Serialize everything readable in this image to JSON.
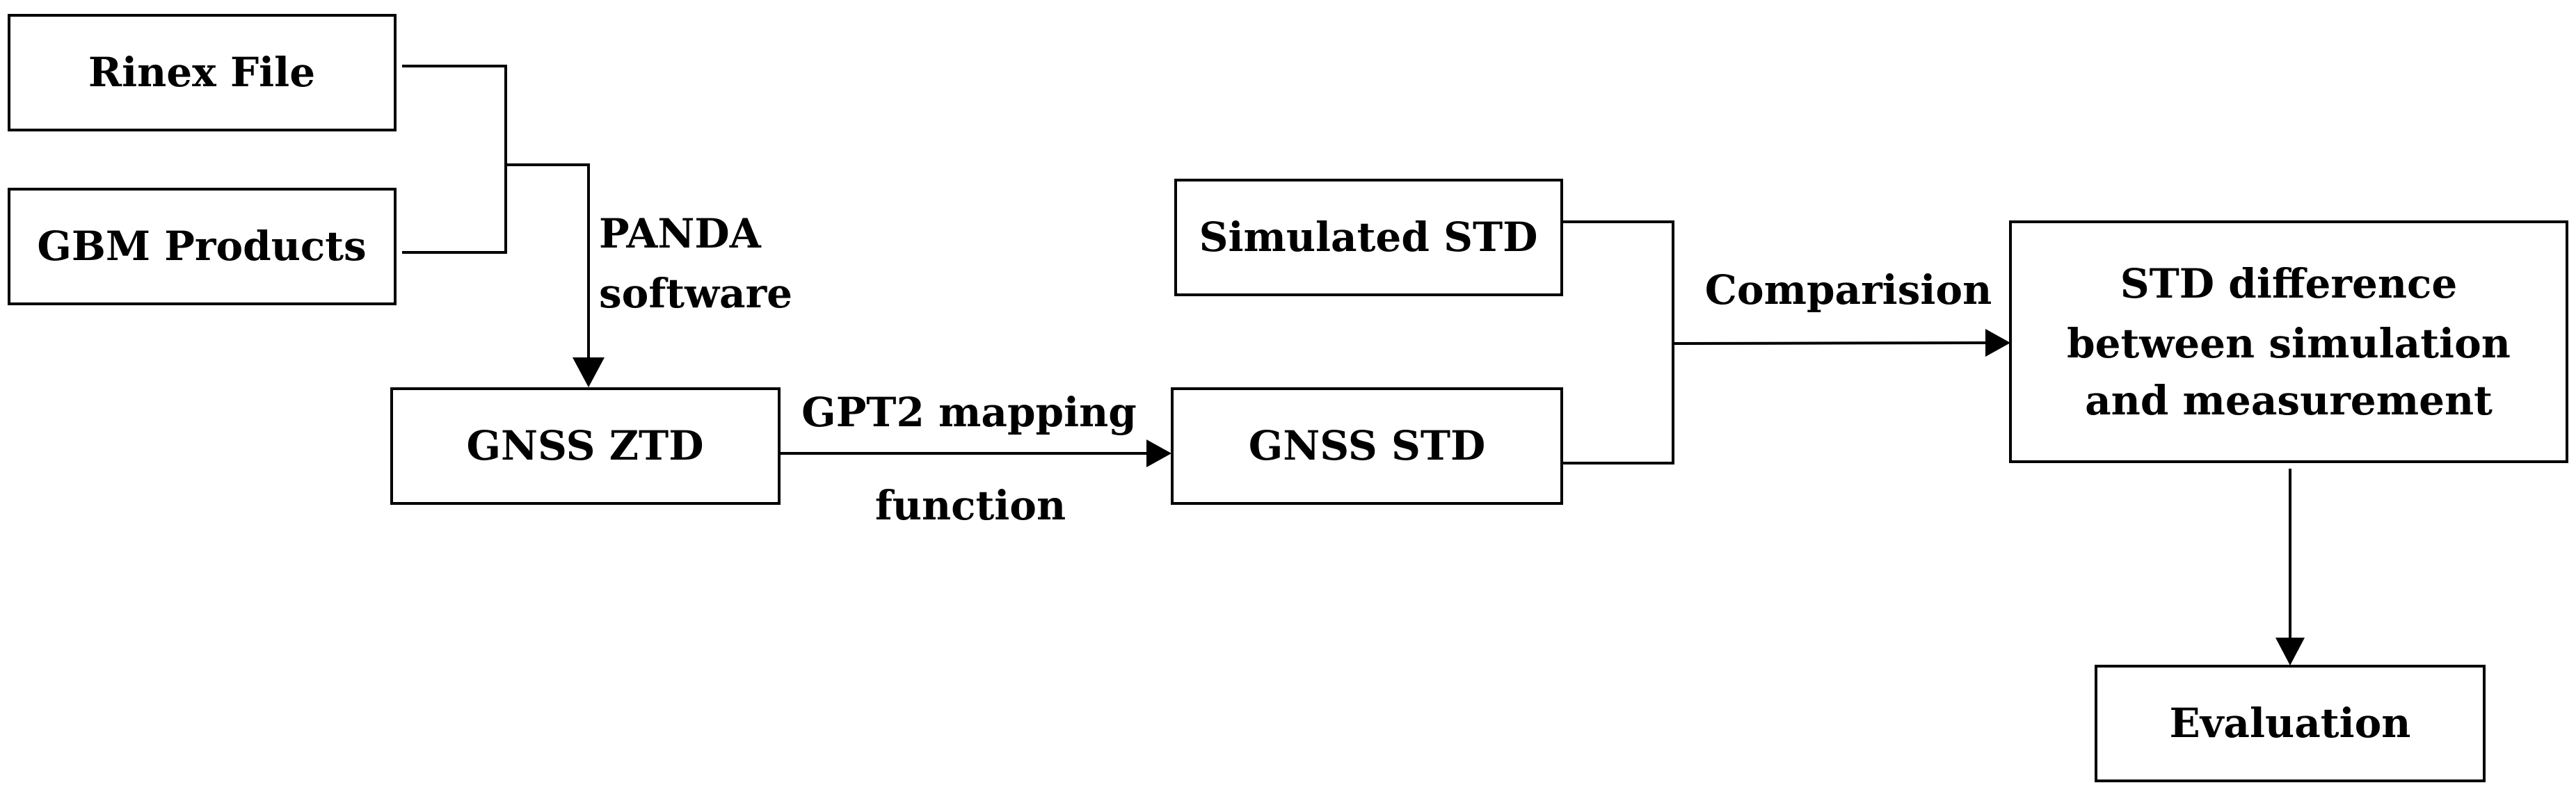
{
  "nodes": {
    "rinex_file": "Rinex File",
    "gbm_products": "GBM Products",
    "gnss_ztd": "GNSS ZTD",
    "gnss_std": "GNSS STD",
    "simulated_std": "Simulated STD",
    "std_difference": [
      "STD difference",
      "between simulation",
      "and measurement"
    ],
    "evaluation": "Evaluation"
  },
  "edges": {
    "panda": [
      "PANDA",
      "software"
    ],
    "gpt2_mapping": "GPT2 mapping",
    "function": "function",
    "comparision": "Comparision"
  },
  "colors": {
    "stroke": "#000000",
    "fill": "#ffffff",
    "text": "#000000"
  }
}
